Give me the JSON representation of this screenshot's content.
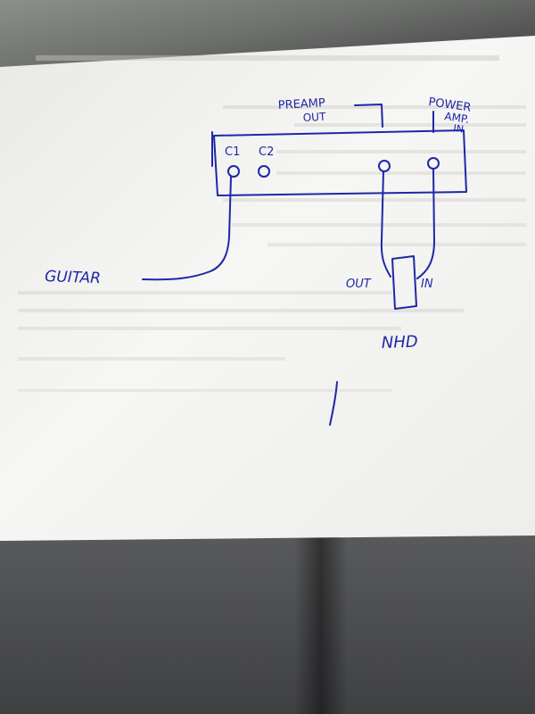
{
  "diagram": {
    "labels": {
      "preamp_out_line1": "PREAMP",
      "preamp_out_line2": "OUT",
      "power_amp_in_line1": "POWER",
      "power_amp_in_line2": "AMP.",
      "power_amp_in_line3": "IN",
      "c1": "C1",
      "c2": "C2",
      "guitar": "GUITAR",
      "out": "OUT",
      "in": "IN",
      "device": "NHD"
    },
    "ink_color": "#1f27a6",
    "paper_color": "#f4f4f2"
  }
}
